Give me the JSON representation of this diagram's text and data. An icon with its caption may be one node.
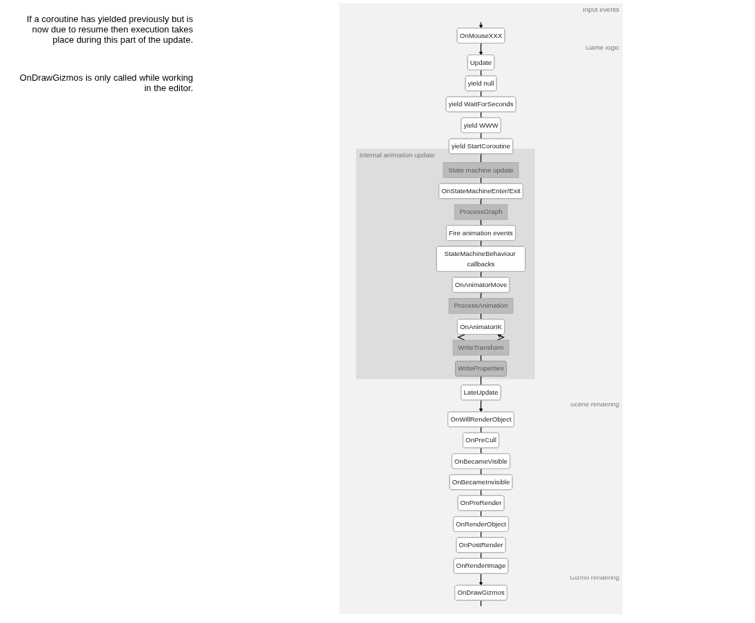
{
  "diagram": {
    "nodes": [
      {
        "text": [
          "Input events"
        ]
      },
      {
        "text": [
          "OnMouseXXX"
        ],
        "in": 0
      },
      {
        "text": [
          "Game logic"
        ]
      },
      {
        "text": [
          "Update"
        ],
        "in": 2
      },
      {
        "text": [
          "yield null"
        ],
        "in": 2
      },
      {
        "text": [
          "yield WaitForSeconds"
        ],
        "in": 2
      },
      {
        "text": [
          "yield WWW"
        ],
        "in": 2
      },
      {
        "text": [
          "yield StartCoroutine"
        ],
        "in": 2
      },
      {
        "text": [
          "Internal animation update"
        ],
        "in": 2
      },
      {
        "text": [
          "State machine update"
        ],
        "in": 8
      },
      {
        "text": [
          "OnStateMachineEnter/Exit"
        ],
        "in": 8
      },
      {
        "text": [
          "ProcessGraph"
        ],
        "in": 8
      },
      {
        "text": [
          "Fire animation events"
        ],
        "in": 8
      },
      {
        "text": [
          "StateMachineBehaviour callbacks"
        ],
        "in": 8
      },
      {
        "text": [
          "OnAnimatorMove"
        ],
        "in": 8
      },
      {
        "text": [
          "ProcessAnimation"
        ],
        "in": 8
      },
      {
        "text": [
          "OnAnimatorIK"
        ],
        "in": 8
      },
      {
        "text": [
          "WriteTransform"
        ],
        "in": 8
      },
      {
        "text": [
          "WriteProperties"
        ],
        "in": 8
      },
      {
        "text": [
          "LateUpdate"
        ],
        "in": 2
      },
      {
        "text": [
          "Scene rendering"
        ]
      },
      {
        "text": [
          "OnWillRenderObject"
        ],
        "in": 20
      },
      {
        "text": [
          "OnPreCull"
        ],
        "in": 20
      },
      {
        "text": [
          "OnBecameVisible"
        ],
        "in": 20
      },
      {
        "text": [
          "OnBecameInvisible"
        ],
        "in": 20
      },
      {
        "text": [
          "OnPreRender"
        ],
        "in": 20
      },
      {
        "text": [
          "OnRenderObject"
        ],
        "in": 20
      },
      {
        "text": [
          "OnPostRender"
        ],
        "in": 20
      },
      {
        "text": [
          "OnRenderImage"
        ],
        "in": 20
      },
      {
        "text": [
          "Gizmo rendering"
        ]
      },
      {
        "text": [
          "OnDrawGizmos"
        ],
        "in": 29
      }
    ],
    "edges": [
      {
        "from": null,
        "to": 1,
        "arrow": "to"
      },
      {
        "from": 1,
        "to": 3,
        "arrow": "to"
      },
      {
        "from": 3,
        "to": 4,
        "arrow": "none"
      },
      {
        "from": 4,
        "to": 5,
        "arrow": "none"
      },
      {
        "from": 5,
        "to": 6,
        "arrow": "none"
      },
      {
        "from": 6,
        "to": 7,
        "arrow": "none"
      },
      {
        "from": 7,
        "to": 9,
        "arrow": "none"
      },
      {
        "from": 9,
        "to": 10,
        "arrow": "none"
      },
      {
        "from": 10,
        "to": 11,
        "arrow": "none"
      },
      {
        "from": 11,
        "to": 12,
        "arrow": "none"
      },
      {
        "from": 12,
        "to": 13,
        "arrow": "none"
      },
      {
        "from": 13,
        "to": 14,
        "arrow": "none"
      },
      {
        "from": 14,
        "to": 15,
        "arrow": "none"
      },
      {
        "from": 15,
        "to": 16,
        "arrow": "none"
      },
      {
        "from": 16,
        "to": 17,
        "arrow": "none"
      },
      {
        "from": 17,
        "to": 16,
        "arrow": "to"
      },
      {
        "from": 17,
        "to": 18,
        "arrow": "none"
      },
      {
        "from": 18,
        "to": 19,
        "arrow": "none"
      },
      {
        "from": 19,
        "to": 21,
        "arrow": "to"
      },
      {
        "from": 21,
        "to": 22,
        "arrow": "none"
      },
      {
        "from": 22,
        "to": 23,
        "arrow": "none"
      },
      {
        "from": 23,
        "to": 24,
        "arrow": "none"
      },
      {
        "from": 24,
        "to": 25,
        "arrow": "none"
      },
      {
        "from": 25,
        "to": 26,
        "arrow": "none"
      },
      {
        "from": 26,
        "to": 27,
        "arrow": "none"
      },
      {
        "from": 27,
        "to": 28,
        "arrow": "none"
      },
      {
        "from": 28,
        "to": 30,
        "arrow": "to"
      },
      {
        "from": 30,
        "to": null,
        "arrow": "none"
      }
    ],
    "labels": [
      "If a coroutine has yielded previously but is now due to resume then execution takes place during this part of the update.",
      "OnDrawGizmos is only called while working in the editor."
    ]
  }
}
